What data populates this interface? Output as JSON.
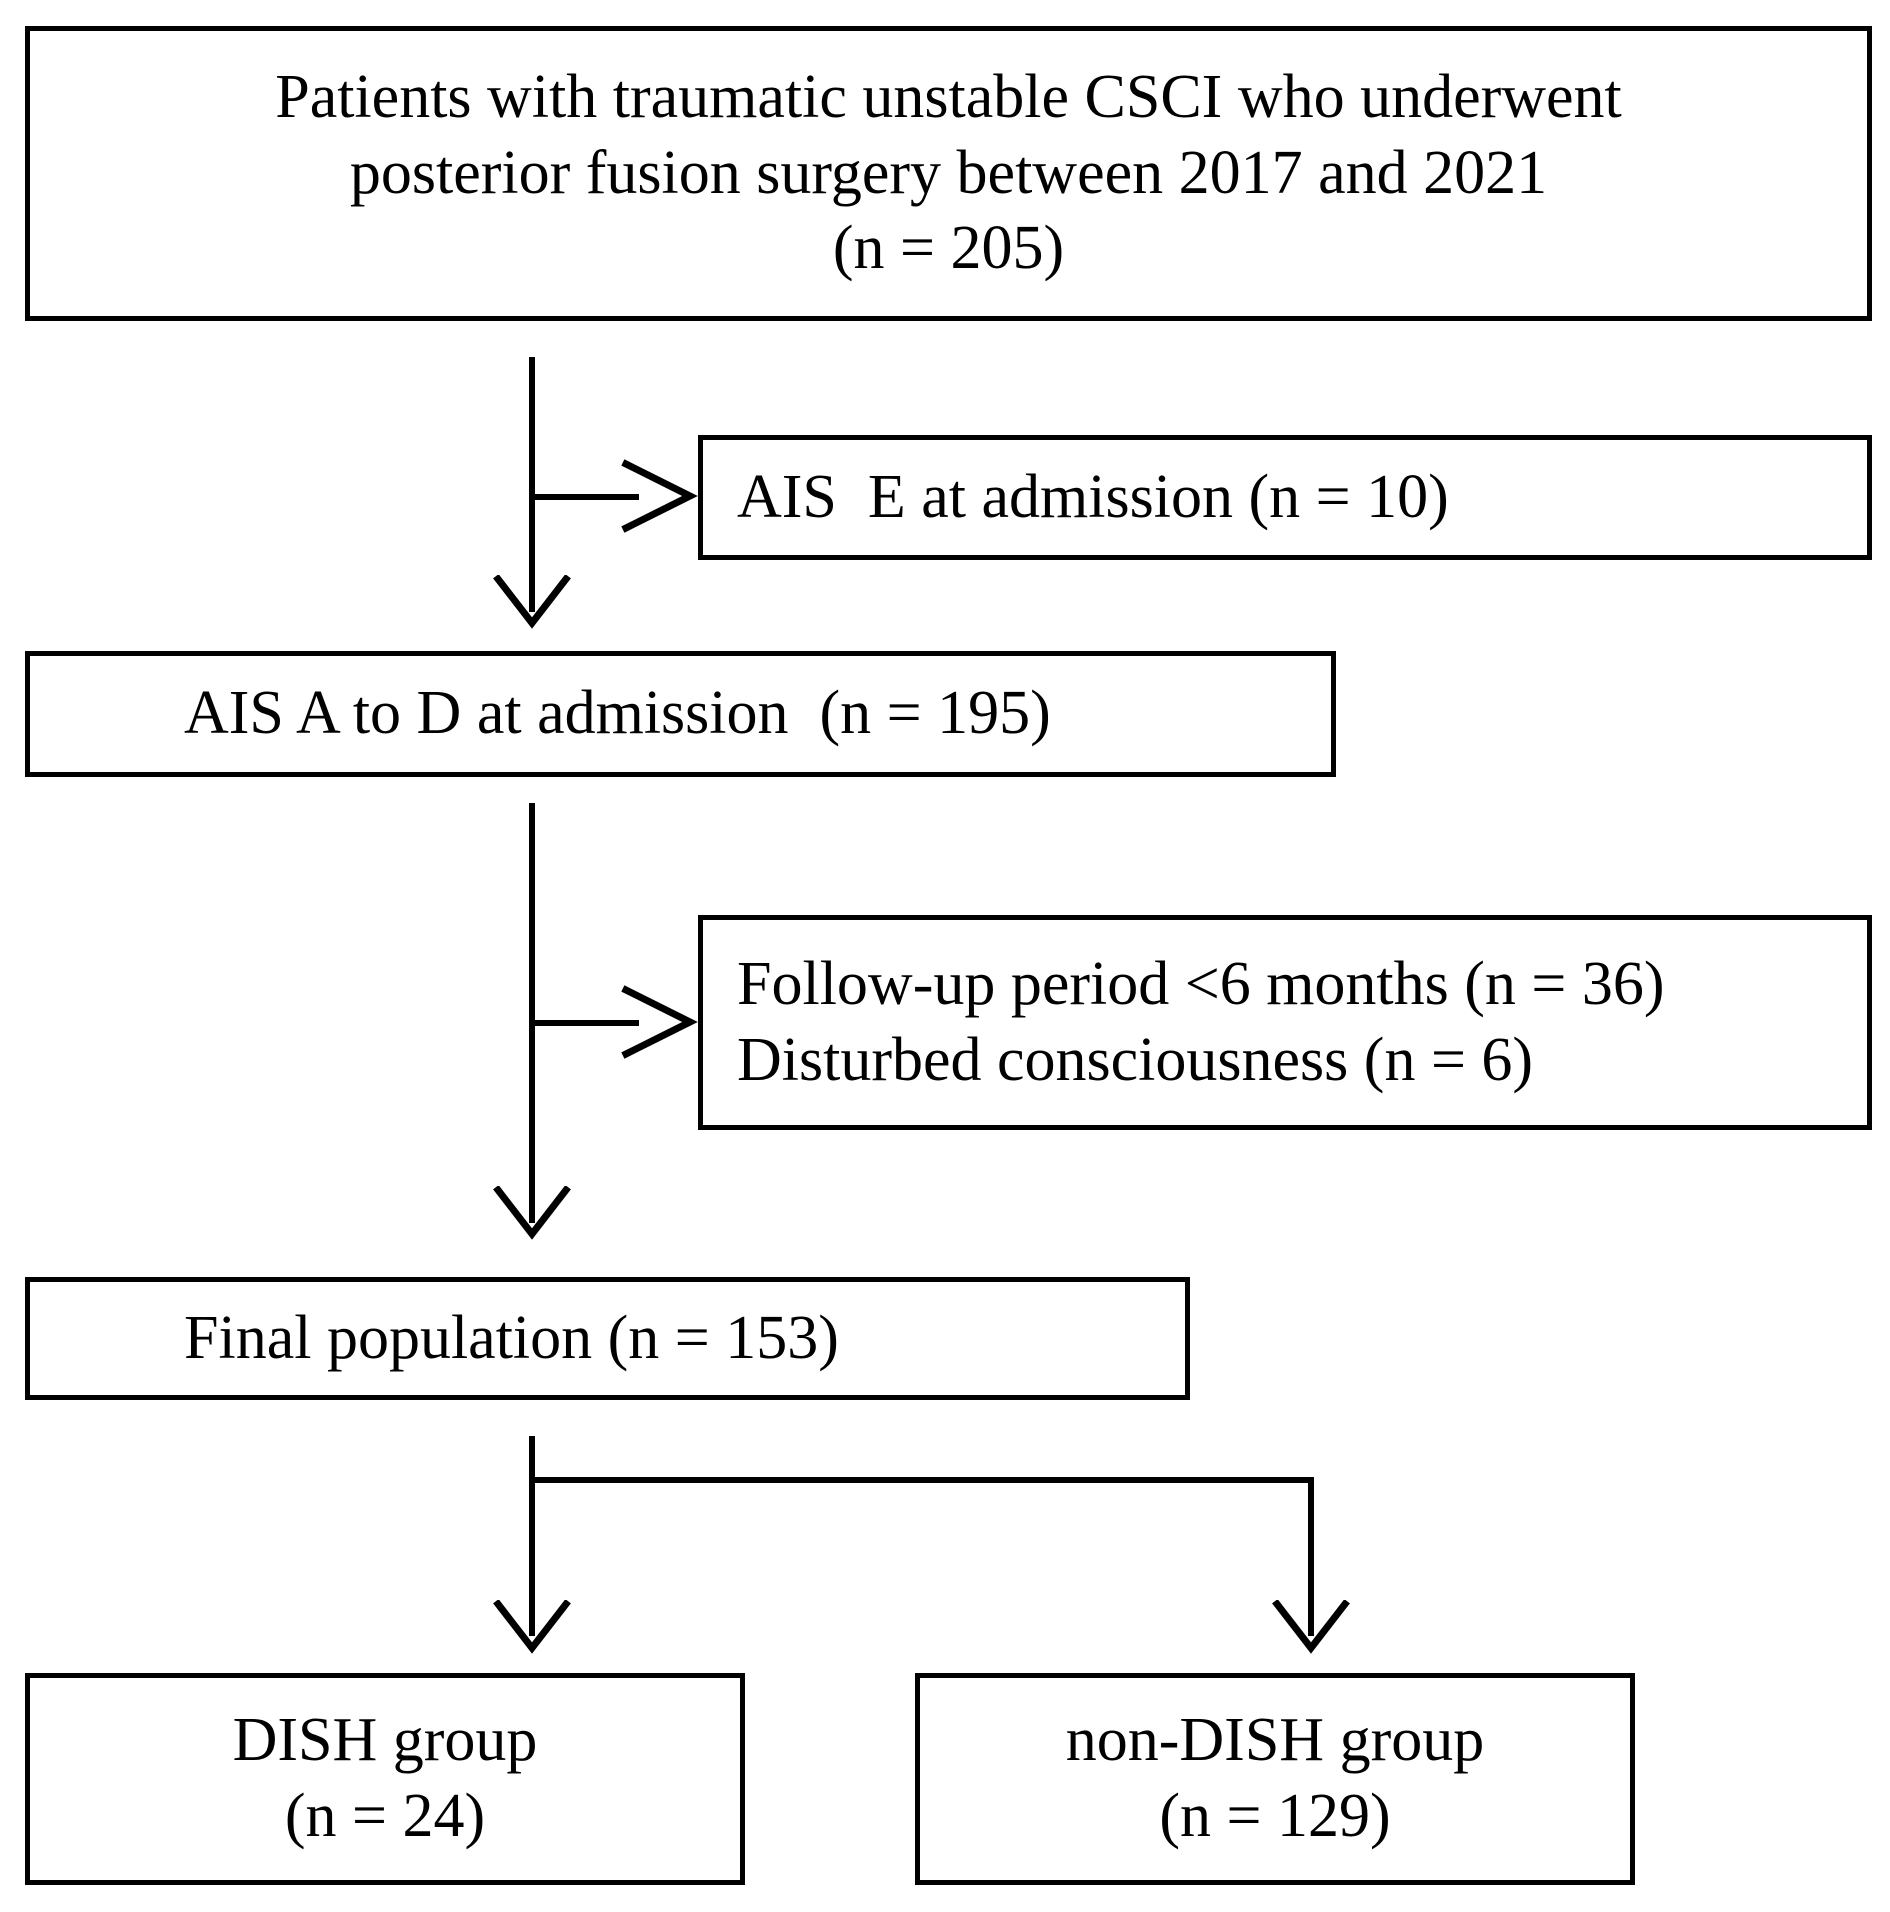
{
  "figure": {
    "type": "flowchart",
    "orientation": "top-to-bottom",
    "background_color": "#ffffff",
    "line_color": "#000000",
    "text_color": "#000000"
  },
  "nodes": {
    "cohort": {
      "id": "cohort",
      "role": "enrollment",
      "lines": [
        "Patients with traumatic unstable CSCI who underwent",
        "posterior fusion surgery between 2017 and 2021",
        "(n = 205)"
      ],
      "n": 205
    },
    "ais_e_excluded": {
      "id": "ais-e-excluded",
      "role": "exclusion",
      "lines": [
        "AIS  E at admission (n = 10)"
      ],
      "n": 10
    },
    "ais_a_to_d": {
      "id": "ais-a-to-d",
      "role": "eligible",
      "lines": [
        "AIS A to D at admission  (n = 195)"
      ],
      "n": 195
    },
    "exclusions": {
      "id": "secondary-exclusions",
      "role": "exclusion",
      "lines": [
        "Follow-up period <6 months (n = 36)",
        "Disturbed consciousness (n = 6)"
      ],
      "n_followup": 36,
      "n_consciousness": 6
    },
    "final_population": {
      "id": "final-population",
      "role": "analysis",
      "lines": [
        "Final population (n = 153)"
      ],
      "n": 153
    },
    "dish_group": {
      "id": "dish-group",
      "role": "study-arm",
      "lines": [
        "DISH group",
        "(n = 24)"
      ],
      "n": 24
    },
    "non_dish_group": {
      "id": "non-dish-group",
      "role": "study-arm",
      "lines": [
        "non-DISH group",
        "(n = 129)"
      ],
      "n": 129
    }
  },
  "edges": [
    {
      "from": "cohort",
      "to": "ais_a_to_d",
      "style": "arrow-down"
    },
    {
      "from": "cohort",
      "to": "ais_e_excluded",
      "style": "arrow-right"
    },
    {
      "from": "ais_a_to_d",
      "to": "final_population",
      "style": "arrow-down"
    },
    {
      "from": "ais_a_to_d",
      "to": "exclusions",
      "style": "arrow-right"
    },
    {
      "from": "final_population",
      "to": "dish_group",
      "style": "arrow-down"
    },
    {
      "from": "final_population",
      "to": "non_dish_group",
      "style": "elbow-arrow-down"
    }
  ]
}
